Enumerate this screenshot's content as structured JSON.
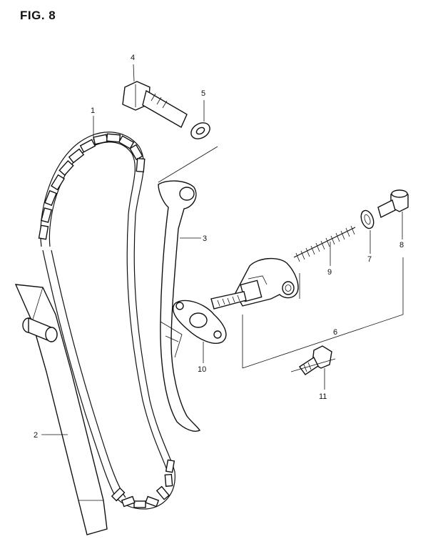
{
  "figure": {
    "title": "FIG. 8"
  },
  "callouts": {
    "c1": "1",
    "c2": "2",
    "c3": "3",
    "c4": "4",
    "c5": "5",
    "c6": "6",
    "c7": "7",
    "c8": "8",
    "c9": "9",
    "c10": "10",
    "c11": "11"
  },
  "icons": {
    "chain": "cam-chain",
    "guide": "chain-guide",
    "tensioner": "chain-tensioner-assembly",
    "bolt": "bolt",
    "washer": "washer",
    "spring": "spring",
    "gasket": "gasket"
  }
}
